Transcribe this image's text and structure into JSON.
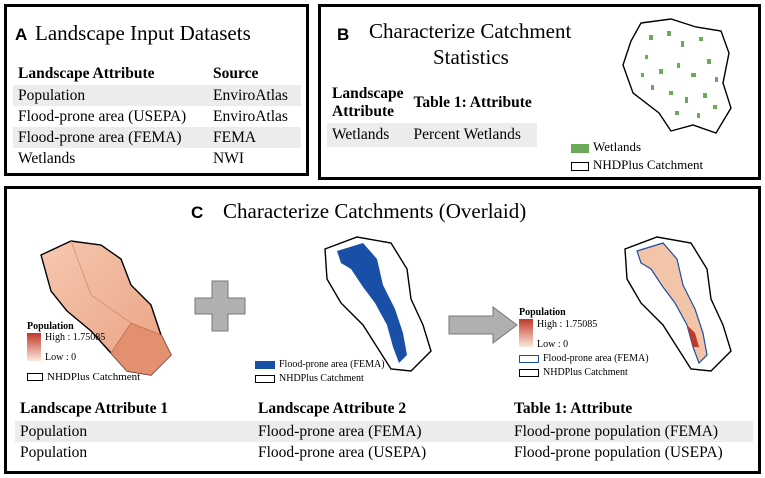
{
  "panel_a": {
    "label": "A",
    "title": "Landscape Input Datasets",
    "headers": [
      "Landscape Attribute",
      "Source"
    ],
    "rows": [
      [
        "Population",
        "EnviroAtlas"
      ],
      [
        "Flood-prone area (USEPA)",
        "EnviroAtlas"
      ],
      [
        "Flood-prone area (FEMA)",
        "FEMA"
      ],
      [
        "Wetlands",
        "NWI"
      ]
    ]
  },
  "panel_b": {
    "label": "B",
    "title_line1": "Characterize Catchment",
    "title_line2": "Statistics",
    "header_col1_line1": "Landscape",
    "header_col1_line2": "Attribute",
    "header_col2": "Table 1: Attribute",
    "row": [
      "Wetlands",
      "Percent Wetlands"
    ],
    "legend_wetlands": "Wetlands",
    "legend_catchment": "NHDPlus Catchment",
    "colors": {
      "wetlands": "#6aaa5a"
    }
  },
  "panel_c": {
    "label": "C",
    "title": "Characterize Catchments (Overlaid)",
    "map1": {
      "legend_title": "Population",
      "legend_high": "High : 1.75085",
      "legend_low": "Low : 0",
      "legend_catchment": "NHDPlus Catchment"
    },
    "map2": {
      "legend_flood": "Flood-prone area (FEMA)",
      "legend_catchment": "NHDPlus Catchment"
    },
    "map3": {
      "legend_title": "Population",
      "legend_high": "High : 1.75085",
      "legend_low": "Low : 0",
      "legend_flood": "Flood-prone area (FEMA)",
      "legend_catchment": "NHDPlus Catchment"
    },
    "headers": [
      "Landscape Attribute 1",
      "Landscape Attribute 2",
      "Table 1: Attribute"
    ],
    "rows": [
      [
        "Population",
        "Flood-prone area (FEMA)",
        "Flood-prone population (FEMA)"
      ],
      [
        "Population",
        "Flood-prone area (USEPA)",
        "Flood-prone population (USEPA)"
      ]
    ],
    "colors": {
      "flood": "#1a4fa8",
      "population_high": "#c0392b",
      "population_low": "#fde8dc"
    }
  }
}
